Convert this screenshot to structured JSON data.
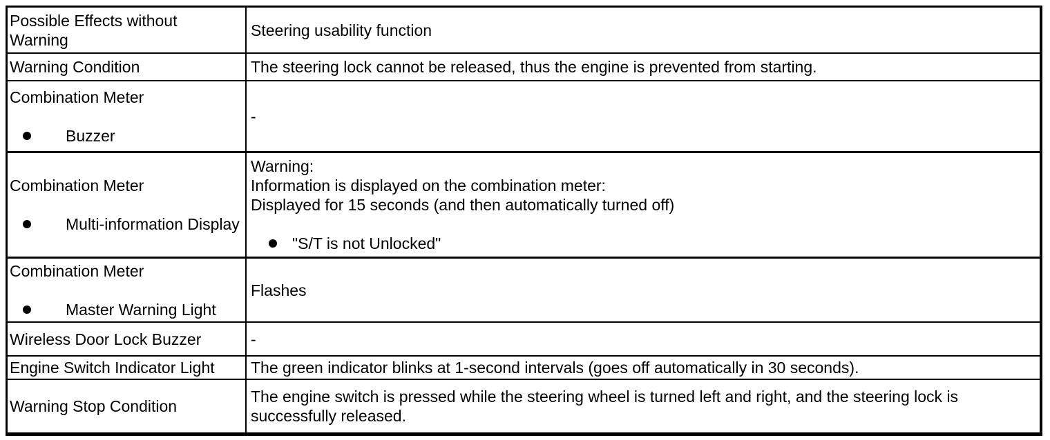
{
  "colors": {
    "page_background": "#ffffff",
    "table_border": "#000000",
    "text": "#000000"
  },
  "table": {
    "rows": [
      {
        "label": "Possible Effects without\nWarning",
        "value": "Steering usability function"
      },
      {
        "label": "Warning Condition",
        "value": "The steering lock cannot be released, thus the engine is prevented from starting."
      },
      {
        "label_title": "Combination Meter",
        "label_bullet": "Buzzer",
        "value": "-"
      },
      {
        "label_title": "Combination Meter",
        "label_bullet": "Multi-information Display",
        "value_lines": "Warning:\nInformation is displayed on the combination meter:\nDisplayed for 15 seconds (and then automatically turned off)",
        "value_bullet": "\"S/T is not Unlocked\""
      },
      {
        "label_title": "Combination Meter",
        "label_bullet": "Master Warning Light",
        "value": "Flashes"
      },
      {
        "label": "Wireless Door Lock Buzzer",
        "value": "-"
      },
      {
        "label": "Engine Switch Indicator Light",
        "value": "The green indicator blinks at 1-second intervals (goes off automatically in 30 seconds)."
      },
      {
        "label": "Warning Stop Condition",
        "value": "The engine switch is pressed while the steering wheel is turned left and right, and the steering lock is\nsuccessfully released."
      }
    ]
  }
}
